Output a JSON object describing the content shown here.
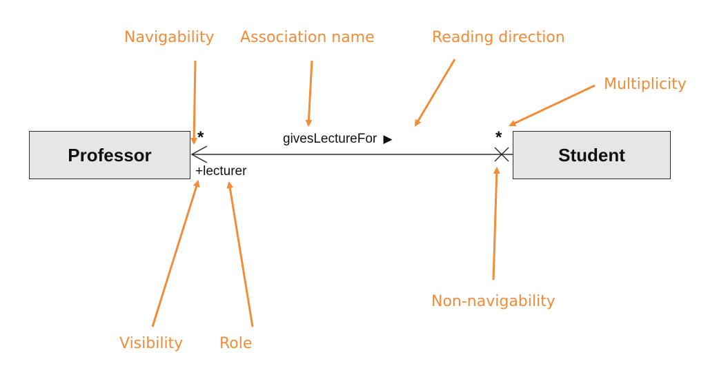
{
  "colors": {
    "annotation": "#f28c38",
    "line": "#2b2b2b",
    "box_fill": "#e6e6e6"
  },
  "classes": {
    "left": "Professor",
    "right": "Student"
  },
  "association": {
    "name": "givesLectureFor",
    "direction_marker": "▶",
    "left_multiplicity": "*",
    "right_multiplicity": "*",
    "left_role": "+lecturer"
  },
  "annotations": {
    "navigability": "Navigability",
    "association_name": "Association name",
    "reading_direction": "Reading direction",
    "multiplicity": "Multiplicity",
    "non_navigability": "Non-navigability",
    "visibility": "Visibility",
    "role": "Role"
  }
}
